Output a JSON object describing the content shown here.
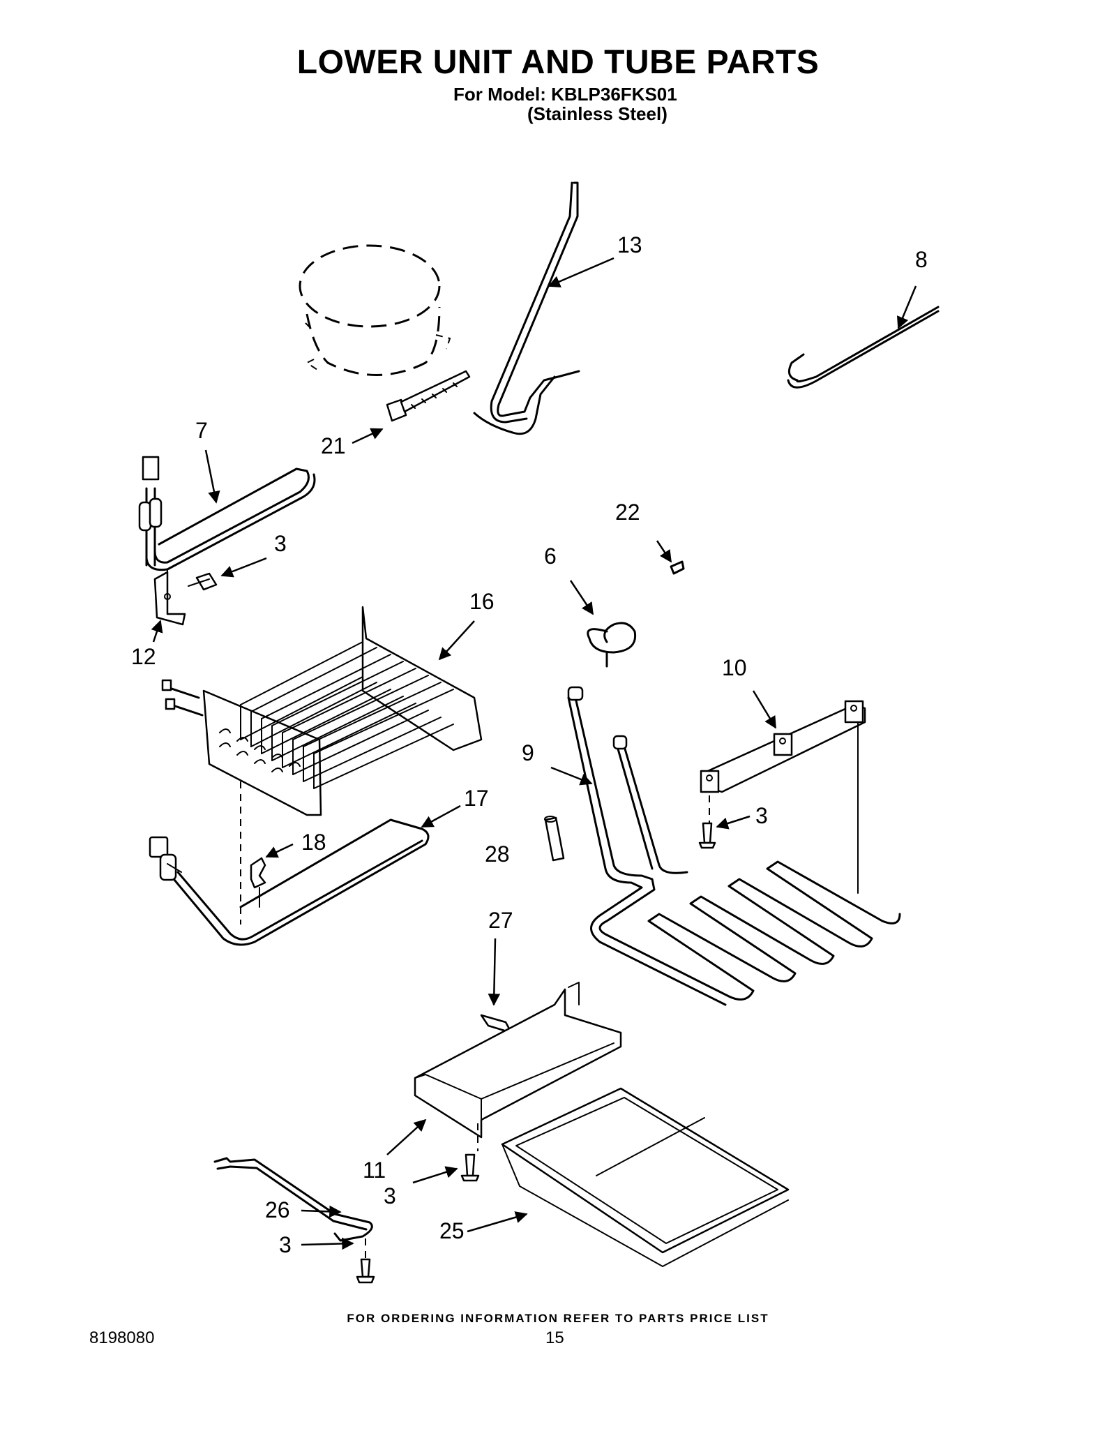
{
  "header": {
    "title": "LOWER UNIT AND TUBE PARTS",
    "model_line": "For Model: KBLP36FKS01",
    "variant_line": "(Stainless Steel)"
  },
  "callouts": {
    "c13": "13",
    "c8": "8",
    "c7": "7",
    "c21": "21",
    "c3a": "3",
    "c12": "12",
    "c16": "16",
    "c22": "22",
    "c6": "6",
    "c10": "10",
    "c9": "9",
    "c3b": "3",
    "c17": "17",
    "c18": "18",
    "c28": "28",
    "c27": "27",
    "c11": "11",
    "c3c": "3",
    "c25": "25",
    "c26": "26",
    "c3d": "3"
  },
  "footer": {
    "ordering_note": "FOR ORDERING INFORMATION REFER TO PARTS PRICE LIST",
    "doc_number": "8198080",
    "page_number": "15"
  }
}
